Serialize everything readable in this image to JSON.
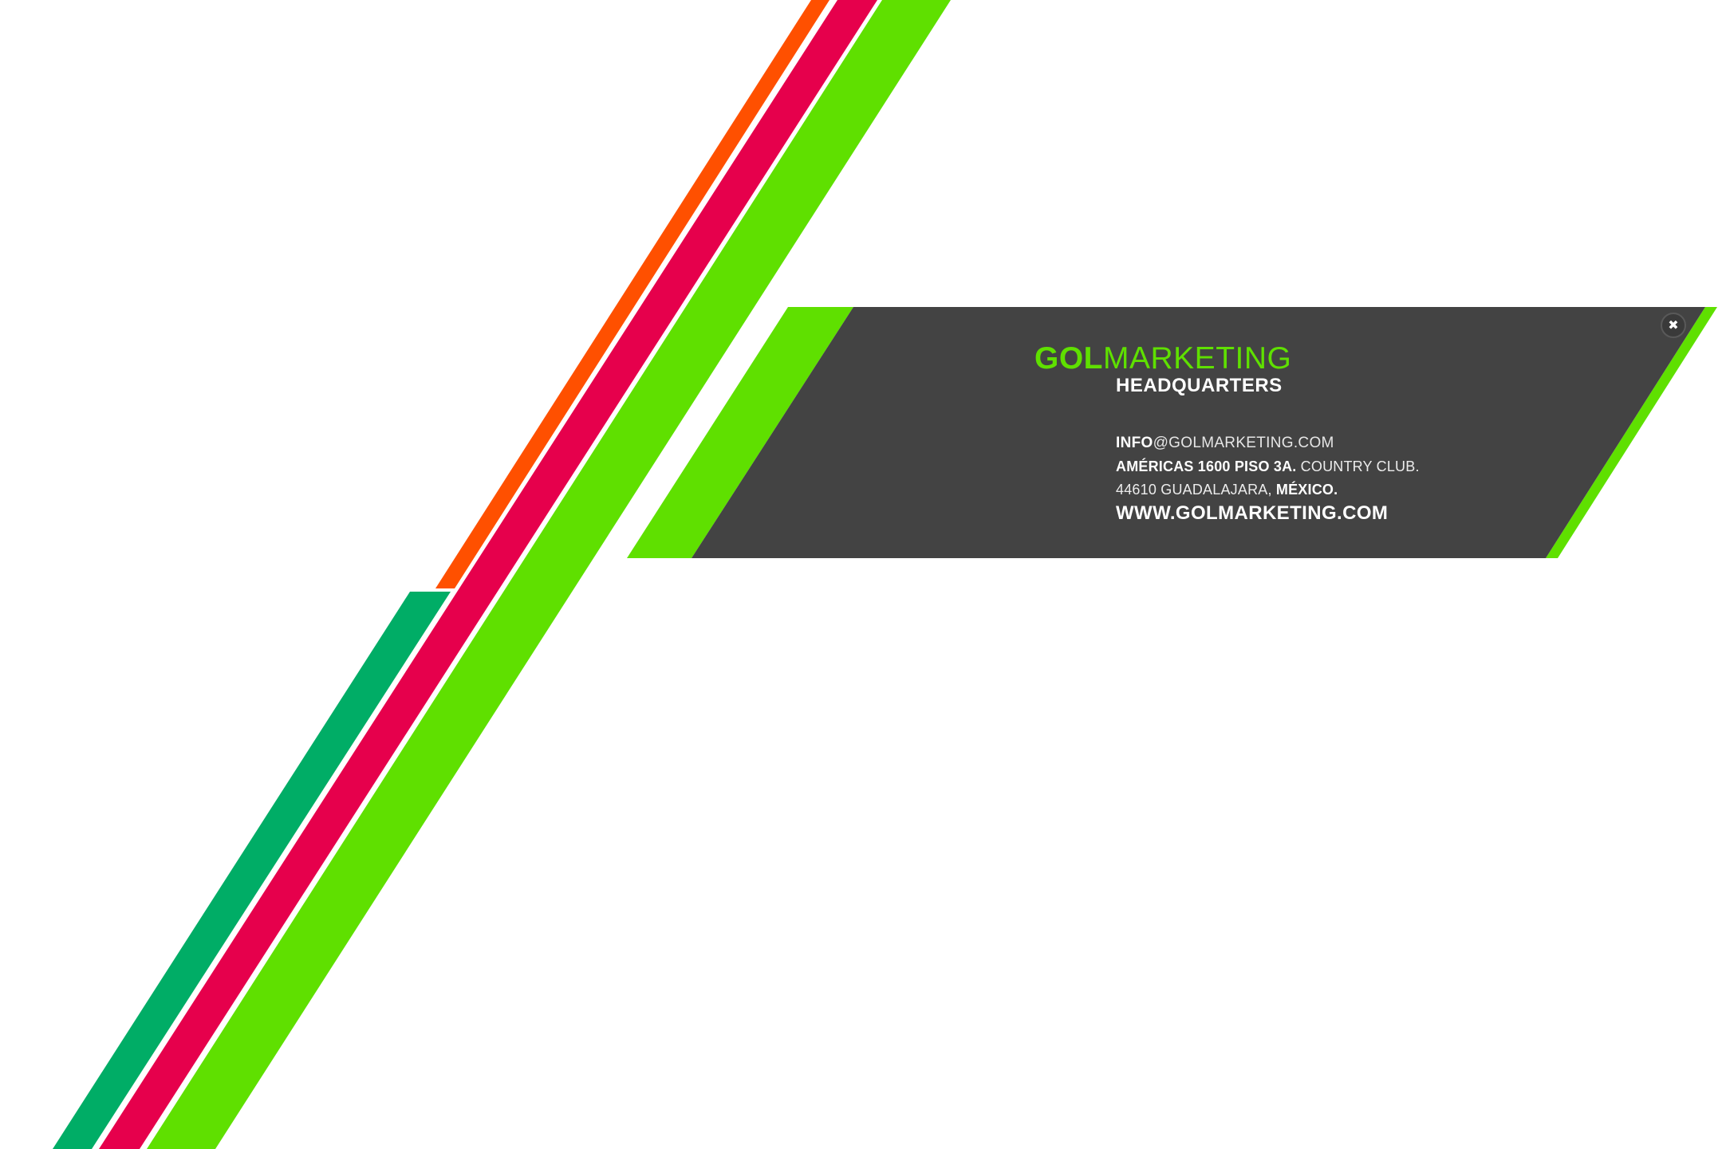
{
  "colors": {
    "panel_bg": "#434343",
    "brand_green": "#5fe000",
    "stripe_orange": "#ff5000",
    "stripe_red": "#e6004c",
    "stripe_teal": "#00ad66",
    "stripe_lime": "#5fe000"
  },
  "logo": {
    "brand_bold": "GOL",
    "brand_light": "MARKETING",
    "subtitle": "HEADQUARTERS"
  },
  "contact": {
    "email_bold": "INFO",
    "email_rest": "@GOLMARKETING.COM",
    "address_line1_bold": "AMÉRICAS 1600 PISO 3A.",
    "address_line1_rest": " COUNTRY CLUB.",
    "address_line2_rest": "44610 GUADALAJARA, ",
    "address_line2_bold": "MÉXICO.",
    "website": "WWW.GOLMARKETING.COM"
  },
  "close_button": {
    "icon": "close-icon",
    "glyph": "✖"
  }
}
